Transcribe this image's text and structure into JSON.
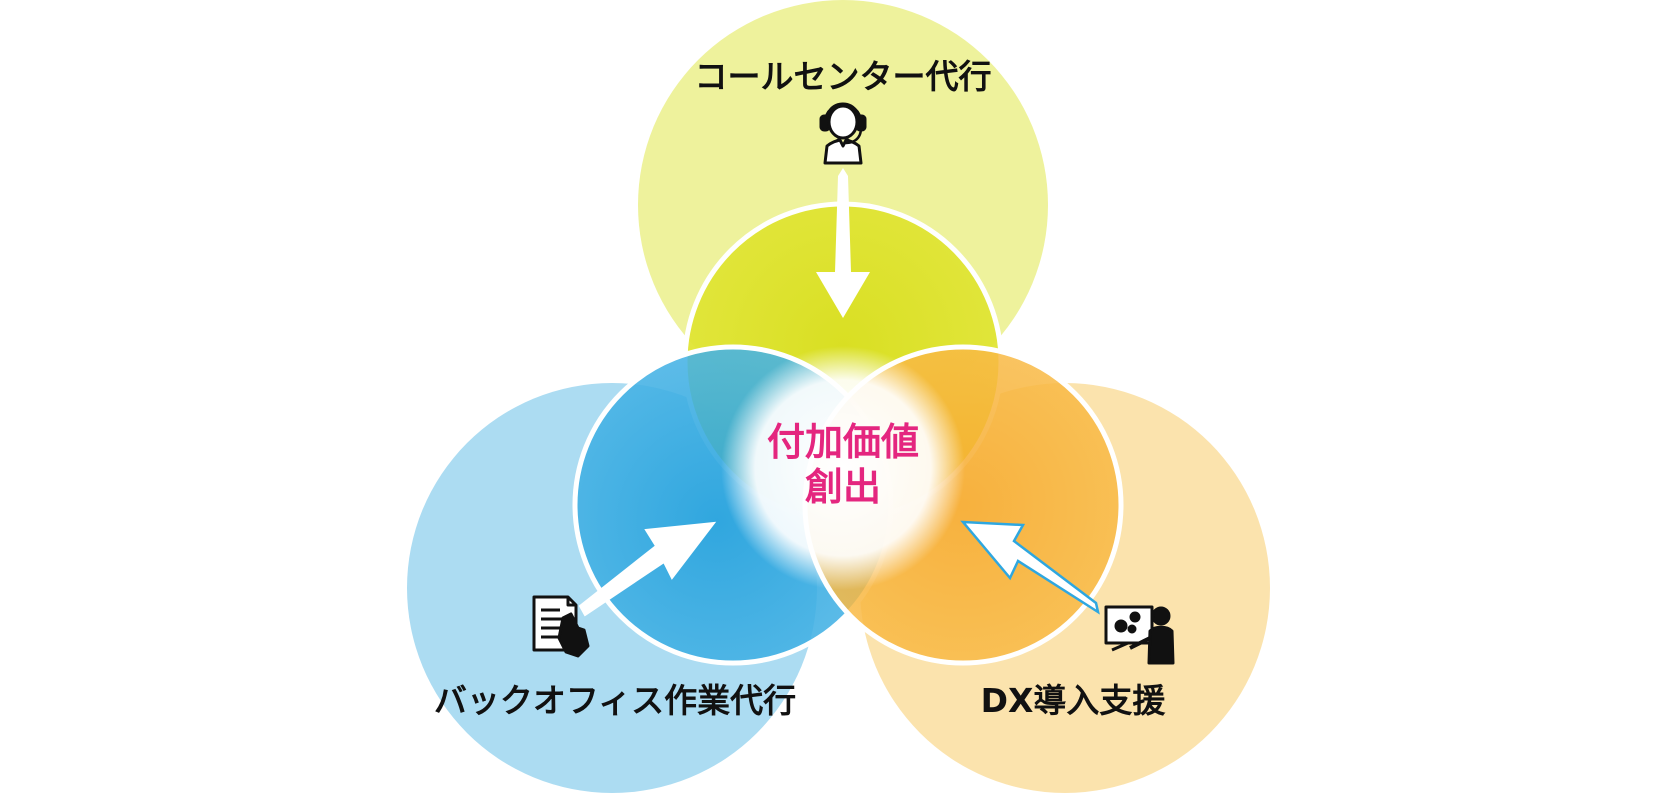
{
  "diagram": {
    "center_line1": "付加価値",
    "center_line2": "創出",
    "top_label": "コールセンター代行",
    "left_label": "バックオフィス作業代行",
    "right_label": "DX導入支援",
    "icons": {
      "top": "call-center-operator-icon",
      "left": "document-tap-icon",
      "right": "presenter-gears-icon"
    },
    "colors": {
      "center_text": "#e4267f",
      "top_outer": "#eef29c",
      "top_inner": "#dde228",
      "left_outer": "#acdcf2",
      "left_inner": "#2ea7e0",
      "right_outer": "#fbe3ad",
      "right_inner": "#f8b632",
      "arrow_outline": "#2ea7e0"
    }
  }
}
